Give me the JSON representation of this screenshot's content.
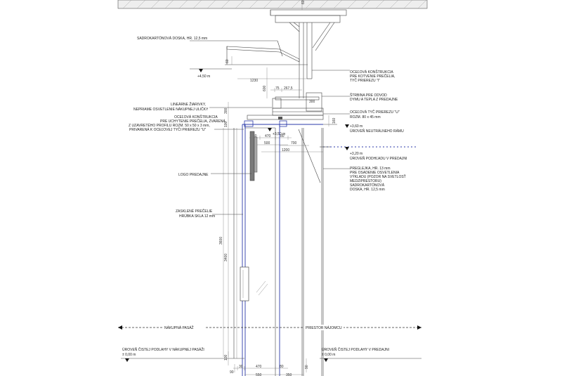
{
  "labels": {
    "sadrokarton_top": "SADROKARTÓNOVÁ DOSKA, HR. 12,5 mm",
    "level_450": "+4,50 m",
    "ocel_kotvenie_1": "OCEĽOVÁ KONŠTRUKCIA",
    "ocel_kotvenie_2": "PRE KOTVENIE PREČELIA,",
    "ocel_kotvenie_3": "TYČ PRIEREZU \"I\"",
    "strbina_1": "ŠTRBINA PRE ODVOD",
    "strbina_2": "DYMU A TEPLA Z PREDAJNE",
    "ziarivky_1": "LINEÁRNE ŽIARIVKY,",
    "ziarivky_2": "NEPRIAME OSVETLENIE NÁKUPNEJ ULIČKY",
    "ocel_uchytenie_1": "OCEĽOVÁ KONŠTRUKCIA",
    "ocel_uchytenie_2": "PRE UCHYTENIE PREČELIA, ZVARENÁ",
    "ocel_uchytenie_3": "Z UZAVRETÉHO PROFILU ROZM. 50 x 50 x 3 mm,",
    "ocel_uchytenie_4": "PRIVARENÁ K OCEĽOVEJ TYČI PRIEREZU \"U\"",
    "ocel_u_1": "OCEĽOVÁ TYČ PRIEREZU \"U\"",
    "ocel_u_2": "ROZM. 80 x 45 mm",
    "level_360": "+3,60 m",
    "neutral_ramu": "ÚROVEŇ NEUTRÁLNEHO RÁMU",
    "level_350": "+3,50 m",
    "level_320": "+3,20 m",
    "podhled": "ÚROVEŇ PODHĽADU V PREDAJNI",
    "preglejka_1": "PREGLEJKA, HR. 13 mm",
    "preglejka_2": "PRE OSADENIE OSVETLENIA",
    "preglejka_3": "VÝKLADU (POZOR NA SVETLOSŤ",
    "preglejka_4": "MEDZIPRESTORU)",
    "preglejka_5": "SADROKARTÓNOVÁ",
    "preglejka_6": "DOSKA, HR. 12,5 mm",
    "logo": "LOGO PREDAJNE",
    "preclie_1": "ZASKLENÉ PREČELIE",
    "preclie_2": "HRÚBKA SKLA 12 mm",
    "nakupna": "NÁKUPNÁ PASÁŽ",
    "priestor": "PRIESTOR NÁJOMCU",
    "podlaha_pasaz": "ÚROVEŇ ČISTEJ PODLAHY V NÁKUPNEJ PASÁŽI",
    "podlaha_predajna": "ÚROVEŇ ČISTEJ PODLAHY V PREDAJNI",
    "level_000a": "± 0,00 m",
    "level_000b": "± 0,00 m"
  },
  "dimensions": {
    "d1230": "1230",
    "d600": "600",
    "d60": "60",
    "d75": "75",
    "d267": "267,5",
    "d300a": "300",
    "d300b": "300",
    "d100a": "100",
    "d100b": "100",
    "d160": "160",
    "d30a": "30",
    "d470a": "470",
    "d80a": "80",
    "d500": "500",
    "d700": "700",
    "d1200": "1200",
    "d3600": "3600",
    "d3400": "3400",
    "d30b": "30",
    "d470b": "470",
    "d80b": "80",
    "d550": "550",
    "d350": "350",
    "d90a": "90",
    "d90b": "90"
  }
}
